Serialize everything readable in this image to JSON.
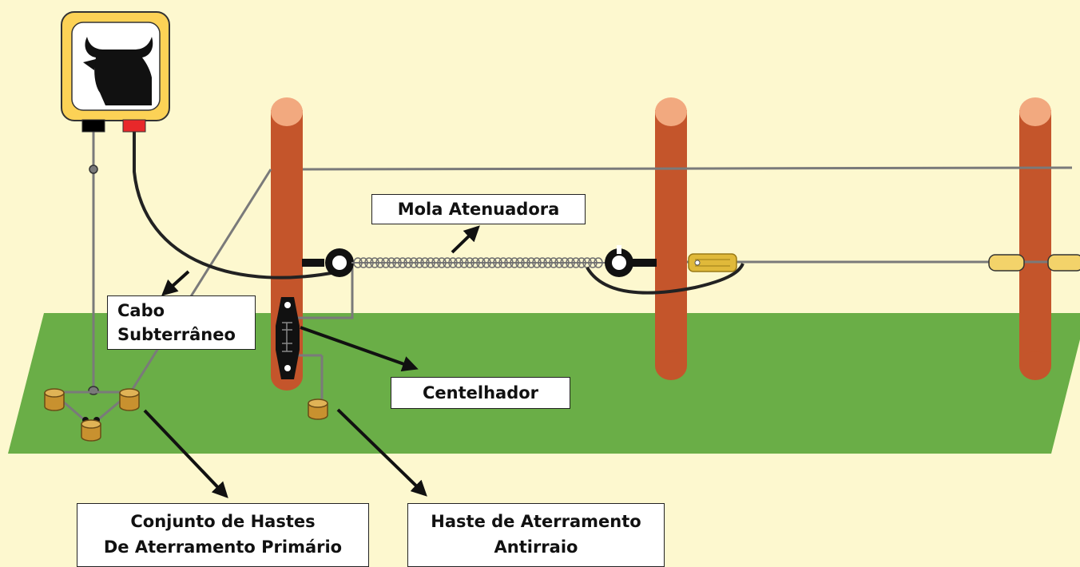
{
  "labels": {
    "mola": "Mola Atenuadora",
    "cabo_line1": "Cabo",
    "cabo_line2": "Subterrâneo",
    "centelhador": "Centelhador",
    "conjunto_line1": "Conjunto de Hastes",
    "conjunto_line2": "De Aterramento Primário",
    "haste_line1": "Haste de Aterramento",
    "haste_line2": "Antirraio"
  },
  "colors": {
    "background": "#fdf8cf",
    "ground": "#6aae47",
    "post": "#c4552b",
    "post_top": "#f2a97f",
    "energizer_body": "#fcd256",
    "terminal_negative": "#000000",
    "terminal_positive": "#e8282a",
    "ground_rod": "#c8912f",
    "insulator": "#f3d36a",
    "wire": "#7a7a7a",
    "cable": "#222222"
  },
  "icons": {
    "energizer": "bull-head-icon"
  }
}
